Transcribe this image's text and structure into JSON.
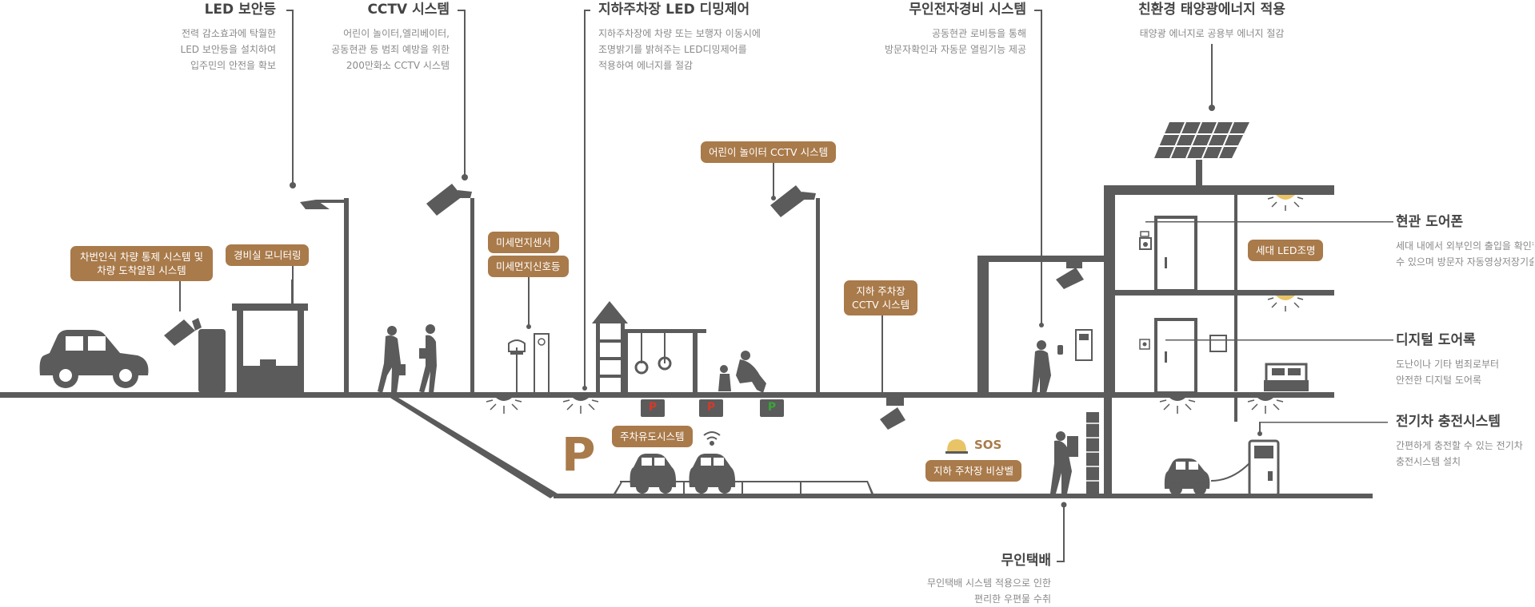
{
  "accent_color": "#a97a4a",
  "structure_color": "#5b5b5b",
  "callouts": {
    "led_security": {
      "title": "LED 보안등",
      "lines": [
        "전력 감소효과에 탁월한",
        "LED 보안등을 설치하여",
        "입주민의 안전을 확보"
      ]
    },
    "cctv": {
      "title": "CCTV 시스템",
      "lines": [
        "어린이 놀이터,엘리베이터,",
        "공동현관 등 범죄 예방을 위한",
        "200만화소 CCTV 시스템"
      ]
    },
    "parking_led": {
      "title": "지하주차장 LED 디밍제어",
      "lines": [
        "지하주차장에 차량 또는 보행자 이동시에",
        "조명밝기를 밝혀주는 LED디밍제어를",
        "적용하여 에너지를 절감"
      ]
    },
    "unmanned_security": {
      "title": "무인전자경비 시스템",
      "lines": [
        "공동현관 로비등을 통해",
        "방문자확인과 자동문 열림기능 제공"
      ]
    },
    "solar": {
      "title": "친환경 태양광에너지 적용",
      "lines": [
        "태양광 에너지로 공용부 에너지 절감"
      ]
    },
    "door_phone": {
      "title": "현관 도어폰",
      "lines": [
        "세대 내에서 외부인의 출입을 확인할",
        "수 있으며 방문자 자동영상저장기술"
      ]
    },
    "digital_lock": {
      "title": "디지털 도어록",
      "lines": [
        "도난이나 기타 범죄로부터",
        "안전한 디지털 도어록"
      ]
    },
    "ev_charging": {
      "title": "전기차 충전시스템",
      "lines": [
        "간편하게 충전할 수 있는 전기차",
        "충전시스템 설치"
      ]
    },
    "parcel": {
      "title": "무인택배",
      "lines": [
        "무인택배 시스템 적용으로 인한",
        "편리한 우편물 수취"
      ]
    }
  },
  "pills": {
    "plate_recognition": [
      "차번인식 차량 통제 시스템 및",
      "차량 도착알림 시스템"
    ],
    "guard_monitoring": [
      "경비실 모니터링"
    ],
    "dust_sensor": [
      "미세먼지센서"
    ],
    "dust_signal": [
      "미세먼지신호등"
    ],
    "playground_cctv": [
      "어린이 놀이터 CCTV 시스템"
    ],
    "parking_cctv": [
      "지하 주차장",
      "CCTV 시스템"
    ],
    "parking_guide": [
      "주차유도시스템"
    ],
    "household_led": [
      "세대 LED조명"
    ],
    "emergency_bell": [
      "지하 주차장 비상벨"
    ]
  },
  "parking_letter": "P",
  "parking_slot_letter": "P",
  "sos_label": "SOS"
}
